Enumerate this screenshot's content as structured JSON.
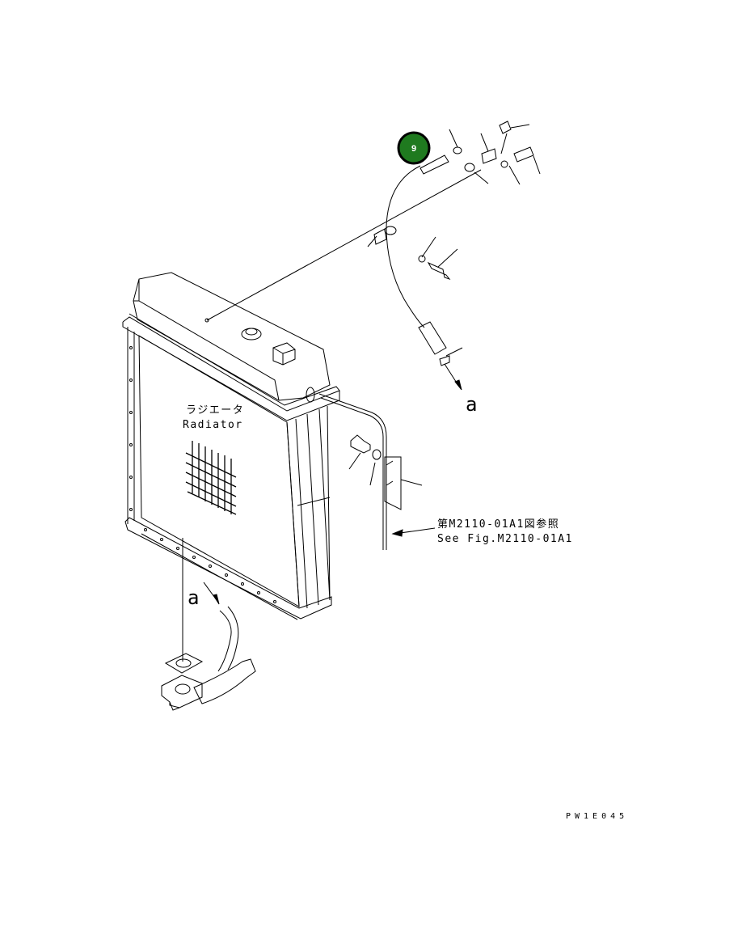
{
  "labels": {
    "radiator_jp": "ラジエータ",
    "radiator_en": "Radiator",
    "ref_jp": "第M2110-01A1図参照",
    "ref_en": "See Fig.M2110-01A1",
    "marker_a_top": "a",
    "marker_a_bottom": "a",
    "drawing_code": "PW1E045"
  },
  "badge": {
    "text": "9",
    "color": "#1f7a1f"
  },
  "line_color": "#000000"
}
